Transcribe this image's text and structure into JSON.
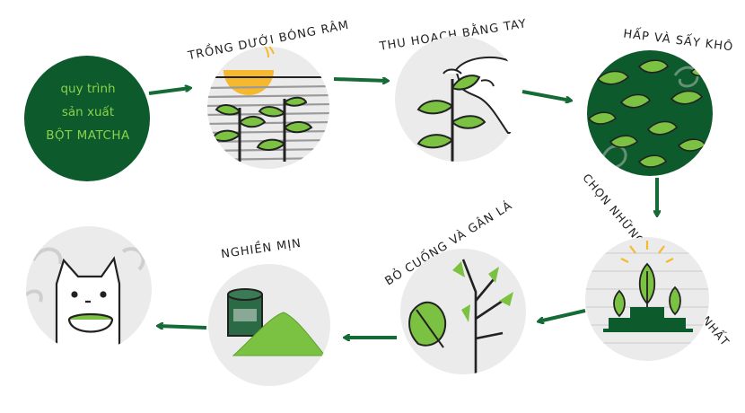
{
  "diagram": {
    "start": {
      "line1": "quy trình",
      "line2": "sản xuất",
      "line3": "BỘT MATCHA"
    },
    "steps": [
      {
        "label": "TRỒNG DƯỚI BÓNG RÂM"
      },
      {
        "label": "THU HOẠCH BẰNG TAY"
      },
      {
        "label": "HẤP VÀ SẤY KHÔ"
      },
      {
        "label": "CHỌN NHỮNG LÁ TRÀ NGON NHẤT"
      },
      {
        "label": "BỎ CUỐNG VÀ GÂN LÁ"
      },
      {
        "label": "NGHIỀN MỊN"
      }
    ],
    "colors": {
      "dark_green": "#0d5a2c",
      "leaf_green": "#7cc242",
      "arrow": "#146b36",
      "circle_gray": "#ebebeb",
      "sun": "#f5b82e"
    },
    "icons": [
      "sun-icon",
      "tea-plant-icon",
      "hand-icon",
      "leaf-icon",
      "podium-icon",
      "matcha-jar-icon",
      "powder-pile-icon",
      "cat-icon"
    ]
  }
}
